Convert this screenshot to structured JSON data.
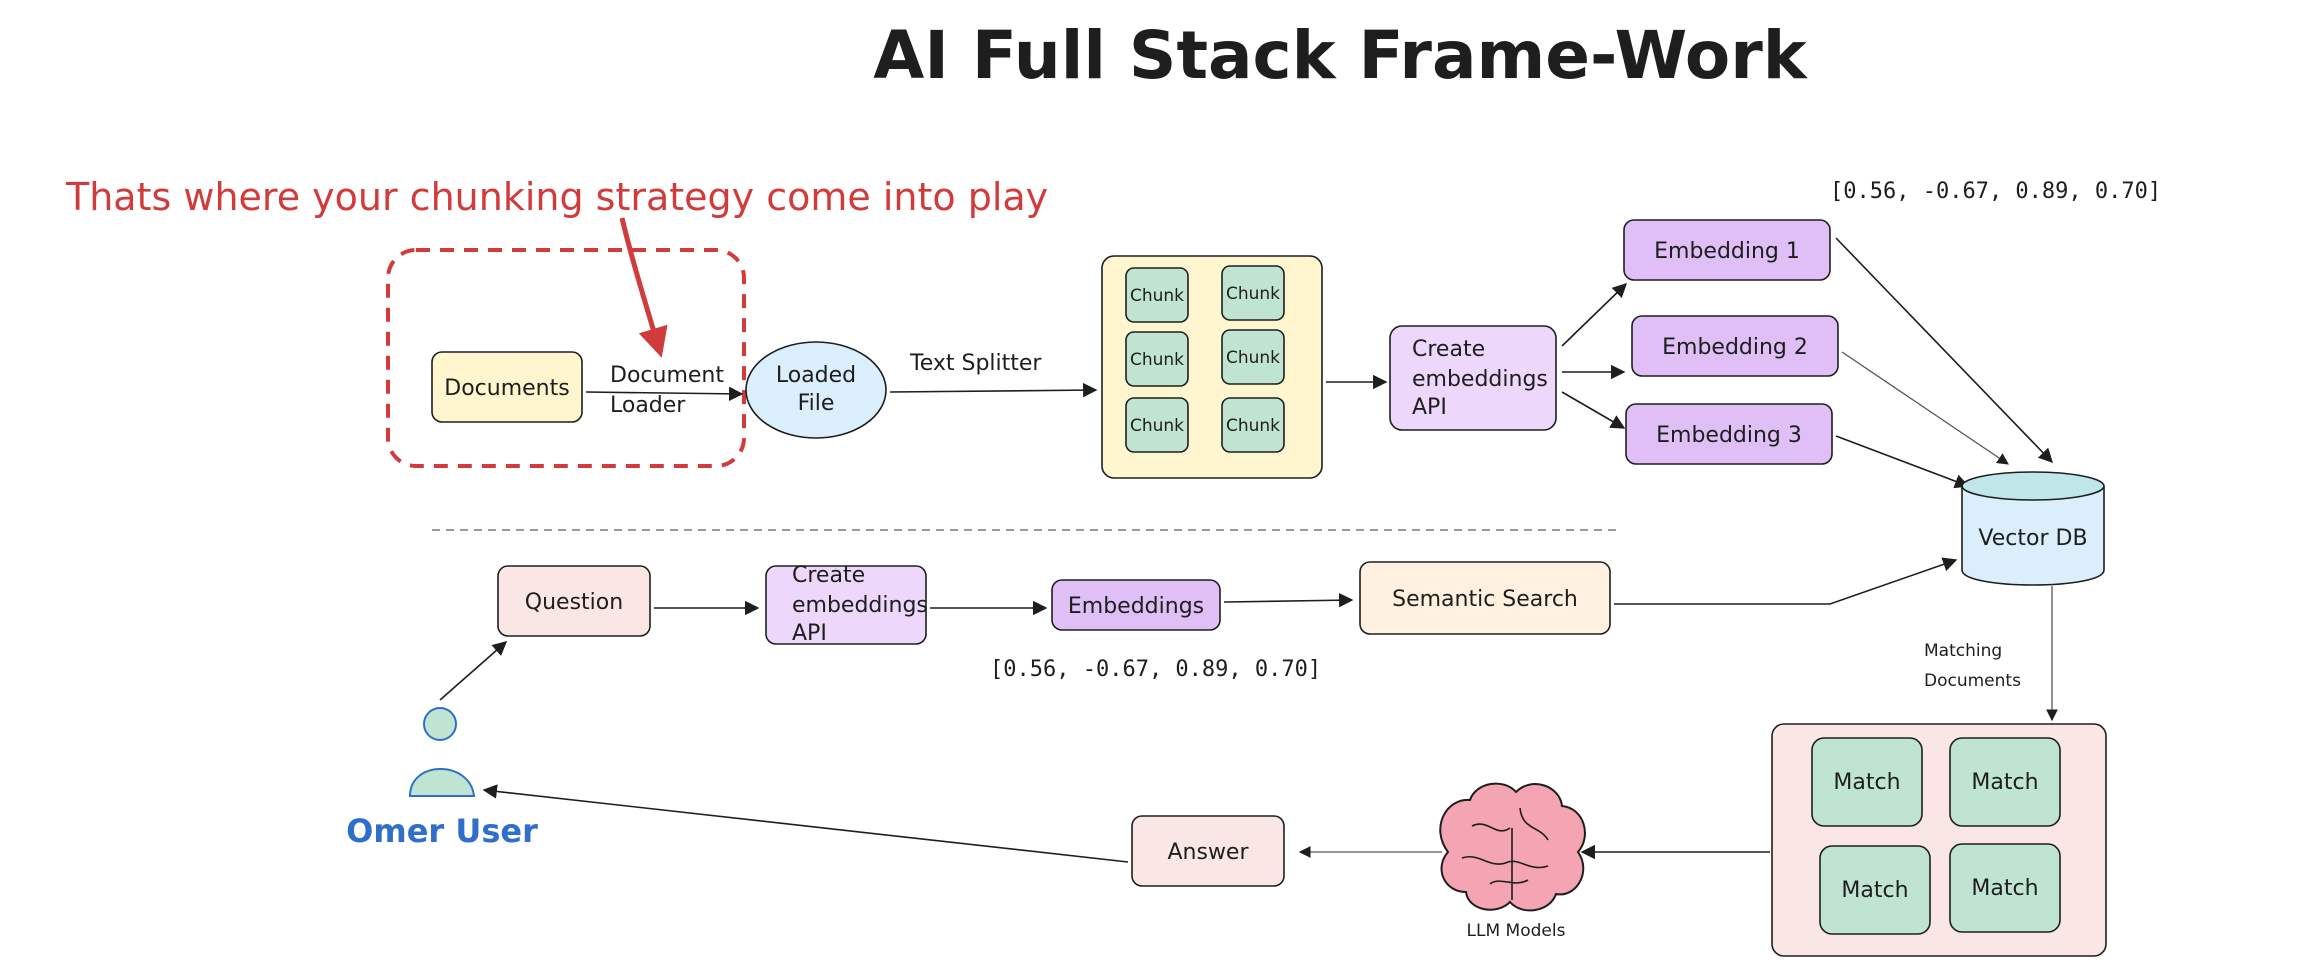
{
  "title": "AI Full Stack Frame-Work",
  "note": "Thats where your chunking strategy come into play",
  "ingest": {
    "documents": "Documents",
    "document_loader_line1": "Document",
    "document_loader_line2": "Loader",
    "loaded_file_line1": "Loaded",
    "loaded_file_line2": "File",
    "text_splitter": "Text Splitter",
    "chunks": [
      "Chunk",
      "Chunk",
      "Chunk",
      "Chunk",
      "Chunk",
      "Chunk"
    ],
    "create_embeddings_line1": "Create",
    "create_embeddings_line2": "embeddings",
    "create_embeddings_line3": "API",
    "embeddings": [
      "Embedding 1",
      "Embedding 2",
      "Embedding 3"
    ],
    "vector_example": "[0.56, -0.67, 0.89, 0.70]",
    "vector_db": "Vector DB"
  },
  "query": {
    "question": "Question",
    "create_embeddings_line1": "Create",
    "create_embeddings_line2": "embeddings",
    "create_embeddings_line3": "API",
    "embeddings": "Embeddings",
    "vector_example": "[0.56, -0.67, 0.89, 0.70]",
    "semantic_search": "Semantic Search",
    "matching_documents_line1": "Matching",
    "matching_documents_line2": "Documents",
    "matches": [
      "Match",
      "Match",
      "Match",
      "Match"
    ],
    "llm_models": "LLM Models",
    "answer": "Answer",
    "user": "Omer User"
  },
  "colors": {
    "yellow": "#fff6cf",
    "blue": "#dbeefc",
    "purple": "#edd8fb",
    "purple_dark": "#dfbff6",
    "green": "#bfe5d2",
    "pink": "#fbe6e6",
    "peach": "#fff0df",
    "red": "#d13b3b",
    "brain": "#f4a4b2",
    "user_blue": "#2f6fc9"
  },
  "icons": {
    "brain": "brain-icon",
    "user": "user-icon"
  }
}
